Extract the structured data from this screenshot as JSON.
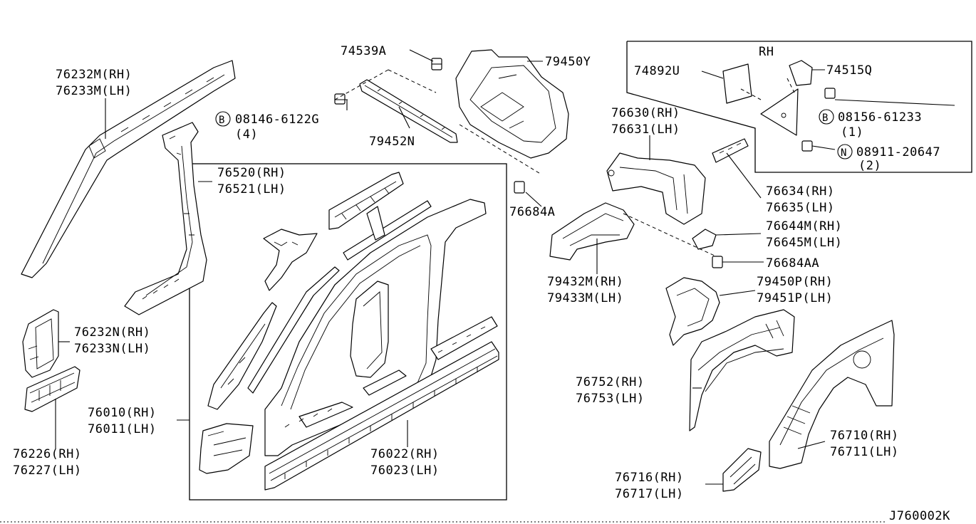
{
  "diagram": {
    "diagram_code": "J760002K",
    "inset_title": "RH",
    "labels": {
      "p_76232M": "76232M(RH)",
      "p_76233M": "76233M(LH)",
      "p_74539A": "74539A",
      "p_79450Y": "79450Y",
      "p_08146_6122G": "08146-6122G",
      "p_08146_qty": "(4)",
      "p_08146_prefix": "B",
      "p_79452N": "79452N",
      "p_76520": "76520(RH)",
      "p_76521": "76521(LH)",
      "p_76684A": "76684A",
      "p_76630": "76630(RH)",
      "p_76631": "76631(LH)",
      "p_74892U": "74892U",
      "p_74515Q": "74515Q",
      "p_08156_61233": "08156-61233",
      "p_08156_qty": "(1)",
      "p_08156_prefix": "B",
      "p_08911_20647": "08911-20647",
      "p_08911_qty": "(2)",
      "p_08911_prefix": "N",
      "p_76634": "76634(RH)",
      "p_76635": "76635(LH)",
      "p_76644M": "76644M(RH)",
      "p_76645M": "76645M(LH)",
      "p_76684AA": "76684AA",
      "p_79432M": "79432M(RH)",
      "p_79433M": "79433M(LH)",
      "p_79450P": "79450P(RH)",
      "p_79451P": "79451P(LH)",
      "p_76232N": "76232N(RH)",
      "p_76233N": "76233N(LH)",
      "p_76010": "76010(RH)",
      "p_76011": "76011(LH)",
      "p_76226": "76226(RH)",
      "p_76227": "76227(LH)",
      "p_76022": "76022(RH)",
      "p_76023": "76023(LH)",
      "p_76752": "76752(RH)",
      "p_76753": "76753(LH)",
      "p_76710": "76710(RH)",
      "p_76711": "76711(LH)",
      "p_76716": "76716(RH)",
      "p_76717": "76717(LH)"
    }
  }
}
